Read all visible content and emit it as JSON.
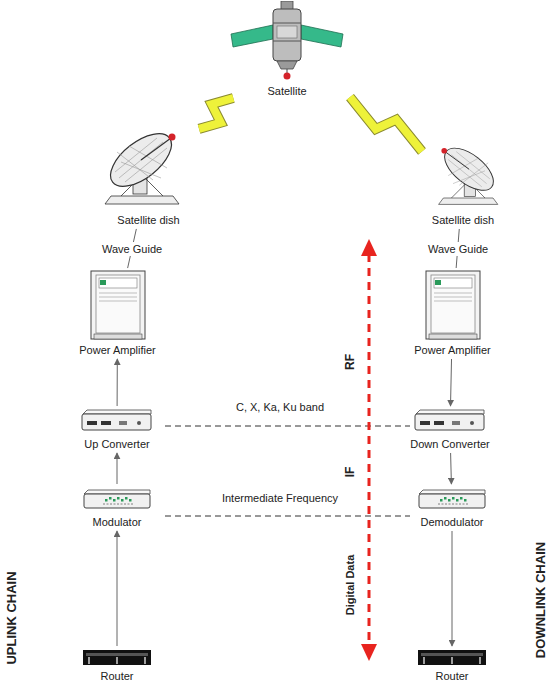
{
  "diagram": {
    "nodes": [
      {
        "text": [
          "Satellite"
        ]
      },
      {
        "text": [
          "Satellite dish"
        ]
      },
      {
        "text": [
          "Satellite dish"
        ]
      },
      {
        "text": [
          "Power Amplifier"
        ]
      },
      {
        "text": [
          "Power Amplifier"
        ]
      },
      {
        "text": [
          "Up Converter"
        ]
      },
      {
        "text": [
          "Down Converter"
        ]
      },
      {
        "text": [
          "Modulator"
        ]
      },
      {
        "text": [
          "Demodulator"
        ]
      },
      {
        "text": [
          "Router"
        ]
      },
      {
        "text": [
          "Router"
        ]
      }
    ],
    "edges": [
      {
        "from": 1,
        "to": 0,
        "arrow": "none"
      },
      {
        "from": 0,
        "to": 2,
        "arrow": "none"
      },
      {
        "from": 1,
        "to": 3,
        "label": "Wave Guide",
        "arrow": "none"
      },
      {
        "from": 2,
        "to": 4,
        "label": "Wave Guide",
        "arrow": "none"
      },
      {
        "from": 5,
        "to": 3,
        "arrow": "to"
      },
      {
        "from": 4,
        "to": 6,
        "arrow": "to"
      },
      {
        "from": 7,
        "to": 5,
        "arrow": "to"
      },
      {
        "from": 6,
        "to": 8,
        "arrow": "to"
      },
      {
        "from": 9,
        "to": 7,
        "arrow": "to"
      },
      {
        "from": 8,
        "to": 10,
        "arrow": "to"
      }
    ],
    "labels": [
      "C, X, Ka, Ku band",
      "Intermediate Frequency",
      "RF",
      "IF",
      "Digital Data",
      "UPLINK CHAIN",
      "DOWNLINK CHAIN"
    ]
  }
}
